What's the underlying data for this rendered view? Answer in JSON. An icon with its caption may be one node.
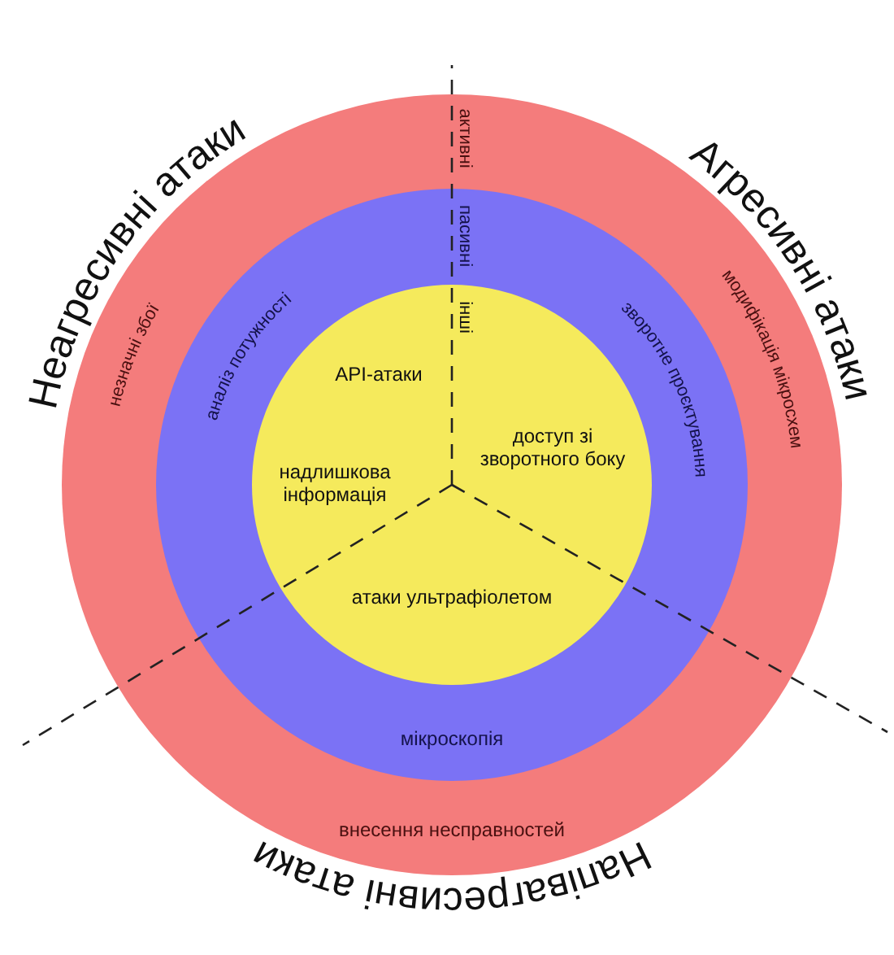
{
  "diagram": {
    "nodes": [
      {
        "text": [
          "активні",
          "незначні збої",
          "модифікація мікросхем",
          "внесення несправностей"
        ]
      },
      {
        "text": [
          "пасивні",
          "аналіз потужності",
          "зворотне проєктування",
          "мікроскопія"
        ],
        "in": 0
      },
      {
        "text": [
          "інші",
          "API-атаки",
          "доступ зі зворотного боку",
          "надлишкова інформація",
          "атаки ультрафіолетом"
        ],
        "in": 1
      }
    ],
    "labels": [
      "Неагресивні атаки",
      "Агресивні атаки",
      "Напівагресивні атаки"
    ]
  }
}
